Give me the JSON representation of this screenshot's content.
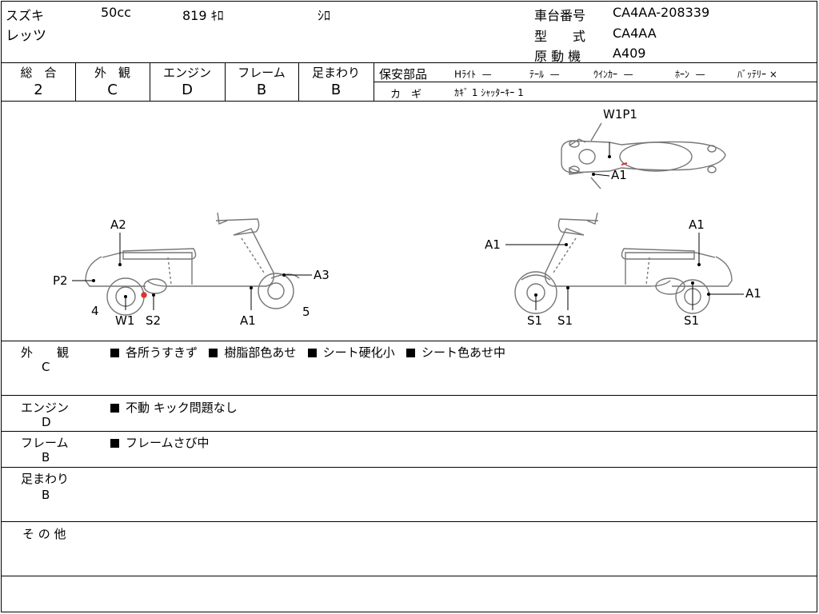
{
  "header": {
    "maker": "スズキ",
    "displacement": "50cc",
    "mileage": "819 ｷﾛ",
    "color": "ｼﾛ",
    "model_name": "レッツ",
    "frame_no_label": "車台番号",
    "frame_no": "CA4AA-208339",
    "type_label": "型　　式",
    "type": "CA4AA",
    "engine_label": "原 動 機",
    "engine": "A409"
  },
  "grades": [
    {
      "label": "総　合",
      "value": "2"
    },
    {
      "label": "外　観",
      "value": "C"
    },
    {
      "label": "エンジン",
      "value": "D"
    },
    {
      "label": "フレーム",
      "value": "B"
    },
    {
      "label": "足まわり",
      "value": "B"
    }
  ],
  "safety": {
    "title": "保安部品",
    "items": [
      {
        "name": "Hﾗｲﾄ",
        "mark": "—"
      },
      {
        "name": "ﾃｰﾙ",
        "mark": "—"
      },
      {
        "name": "ｳｲﾝｶｰ",
        "mark": "—"
      },
      {
        "name": "ﾎｰﾝ",
        "mark": "—"
      },
      {
        "name": "ﾊﾞｯﾃﾘｰ",
        "mark": "×"
      }
    ],
    "key_label": "カ　ギ",
    "key_value": "ｶｷﾞ 1 ｼｬｯﾀｰｷｰ 1"
  },
  "diagram": {
    "top_view_labels": [
      "W1P1",
      "A1"
    ],
    "left_side_labels": [
      "A2",
      "P2",
      "4",
      "W1",
      "S2",
      "A1",
      "A3",
      "5"
    ],
    "right_side_labels": [
      "A1",
      "A1",
      "S1",
      "S1",
      "A1",
      "S1"
    ]
  },
  "sections": [
    {
      "title": "外　　観",
      "grade": "C",
      "notes": [
        "各所うすきず",
        "樹脂部色あせ",
        "シート硬化小",
        "シート色あせ中"
      ]
    },
    {
      "title": "エンジン",
      "grade": "D",
      "notes": [
        "不動 キック問題なし"
      ]
    },
    {
      "title": "フレーム",
      "grade": "B",
      "notes": [
        "フレームさび中"
      ]
    },
    {
      "title": "足まわり",
      "grade": "B",
      "notes": []
    },
    {
      "title": "そ の 他",
      "grade": "",
      "notes": []
    }
  ]
}
